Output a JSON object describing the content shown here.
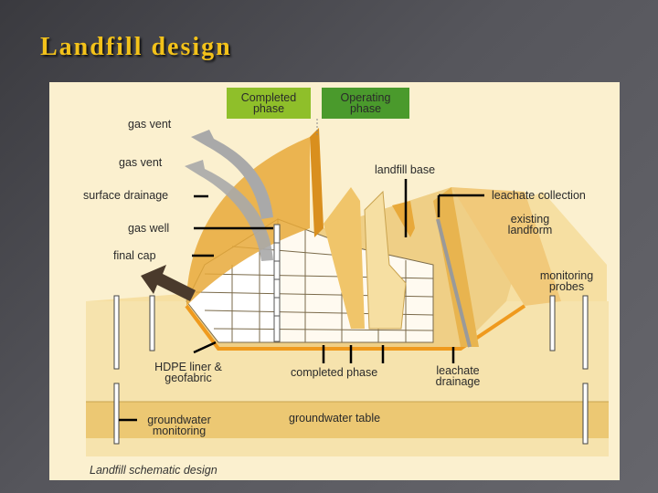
{
  "title": "Landfill design",
  "figure": {
    "caption": "Landfill schematic design",
    "phases": {
      "completed": "Completed phase",
      "operating": "Operating phase"
    },
    "labels": {
      "gas_vent_1": "gas vent",
      "gas_vent_2": "gas vent",
      "surface_drainage": "surface drainage",
      "gas_well": "gas well",
      "final_cap": "final cap",
      "landfill_base": "landfill base",
      "leachate_collection": "leachate collection",
      "existing_landform": "existing landform",
      "monitoring_probes": "monitoring probes",
      "hdpe_liner": "HDPE liner & geofabric",
      "completed_phase": "completed phase",
      "leachate_drainage": "leachate drainage",
      "groundwater_monitoring": "groundwater monitoring",
      "groundwater_table": "groundwater table"
    },
    "colors": {
      "completed_box": "#8fbf2a",
      "operating_box": "#4a9a2c",
      "soil_light": "#f6dfa2",
      "soil_mid": "#efcf86",
      "cap_orange": "#e8a93a",
      "liner_orange": "#ef9a1e",
      "groundwater": "#ecc873",
      "arrow_grey": "#a9a9a9",
      "arrow_dark": "#4a3a2c"
    }
  }
}
